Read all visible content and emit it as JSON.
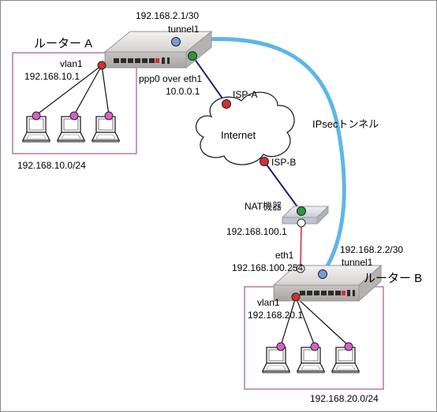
{
  "router_a": {
    "name": "ルーター A",
    "tunnel_ip": "192.168.2.1/30",
    "tunnel_label": "tunnel1",
    "vlan_label": "vlan1",
    "vlan_ip": "192.168.10.1",
    "wan_label": "ppp0 over eth1",
    "wan_ip": "10.0.0.1",
    "lan_network": "192.168.10.0/24"
  },
  "router_b": {
    "name": "ルーター B",
    "tunnel_ip": "192.168.2.2/30",
    "tunnel_label": "tunnel1",
    "eth_label": "eth1",
    "eth_ip": "192.168.100.254",
    "vlan_label": "vlan1",
    "vlan_ip": "192.168.20.1",
    "lan_network": "192.168.20.0/24"
  },
  "internet": {
    "label": "Internet",
    "isp_a": "ISP-A",
    "isp_b": "ISP-B"
  },
  "nat": {
    "label": "NAT機器",
    "ip": "192.168.100.1"
  },
  "ipsec_label": "IPsecトンネル",
  "colors": {
    "tunnel": "#5fb6e6",
    "wan_link": "#1c1c7a",
    "lan_link": "#e05050",
    "lan_box": "#a05a96",
    "port_red": "#d03030",
    "port_green": "#2a9a3a",
    "port_blue": "#7a9ad8",
    "port_pink": "#d860c8"
  }
}
